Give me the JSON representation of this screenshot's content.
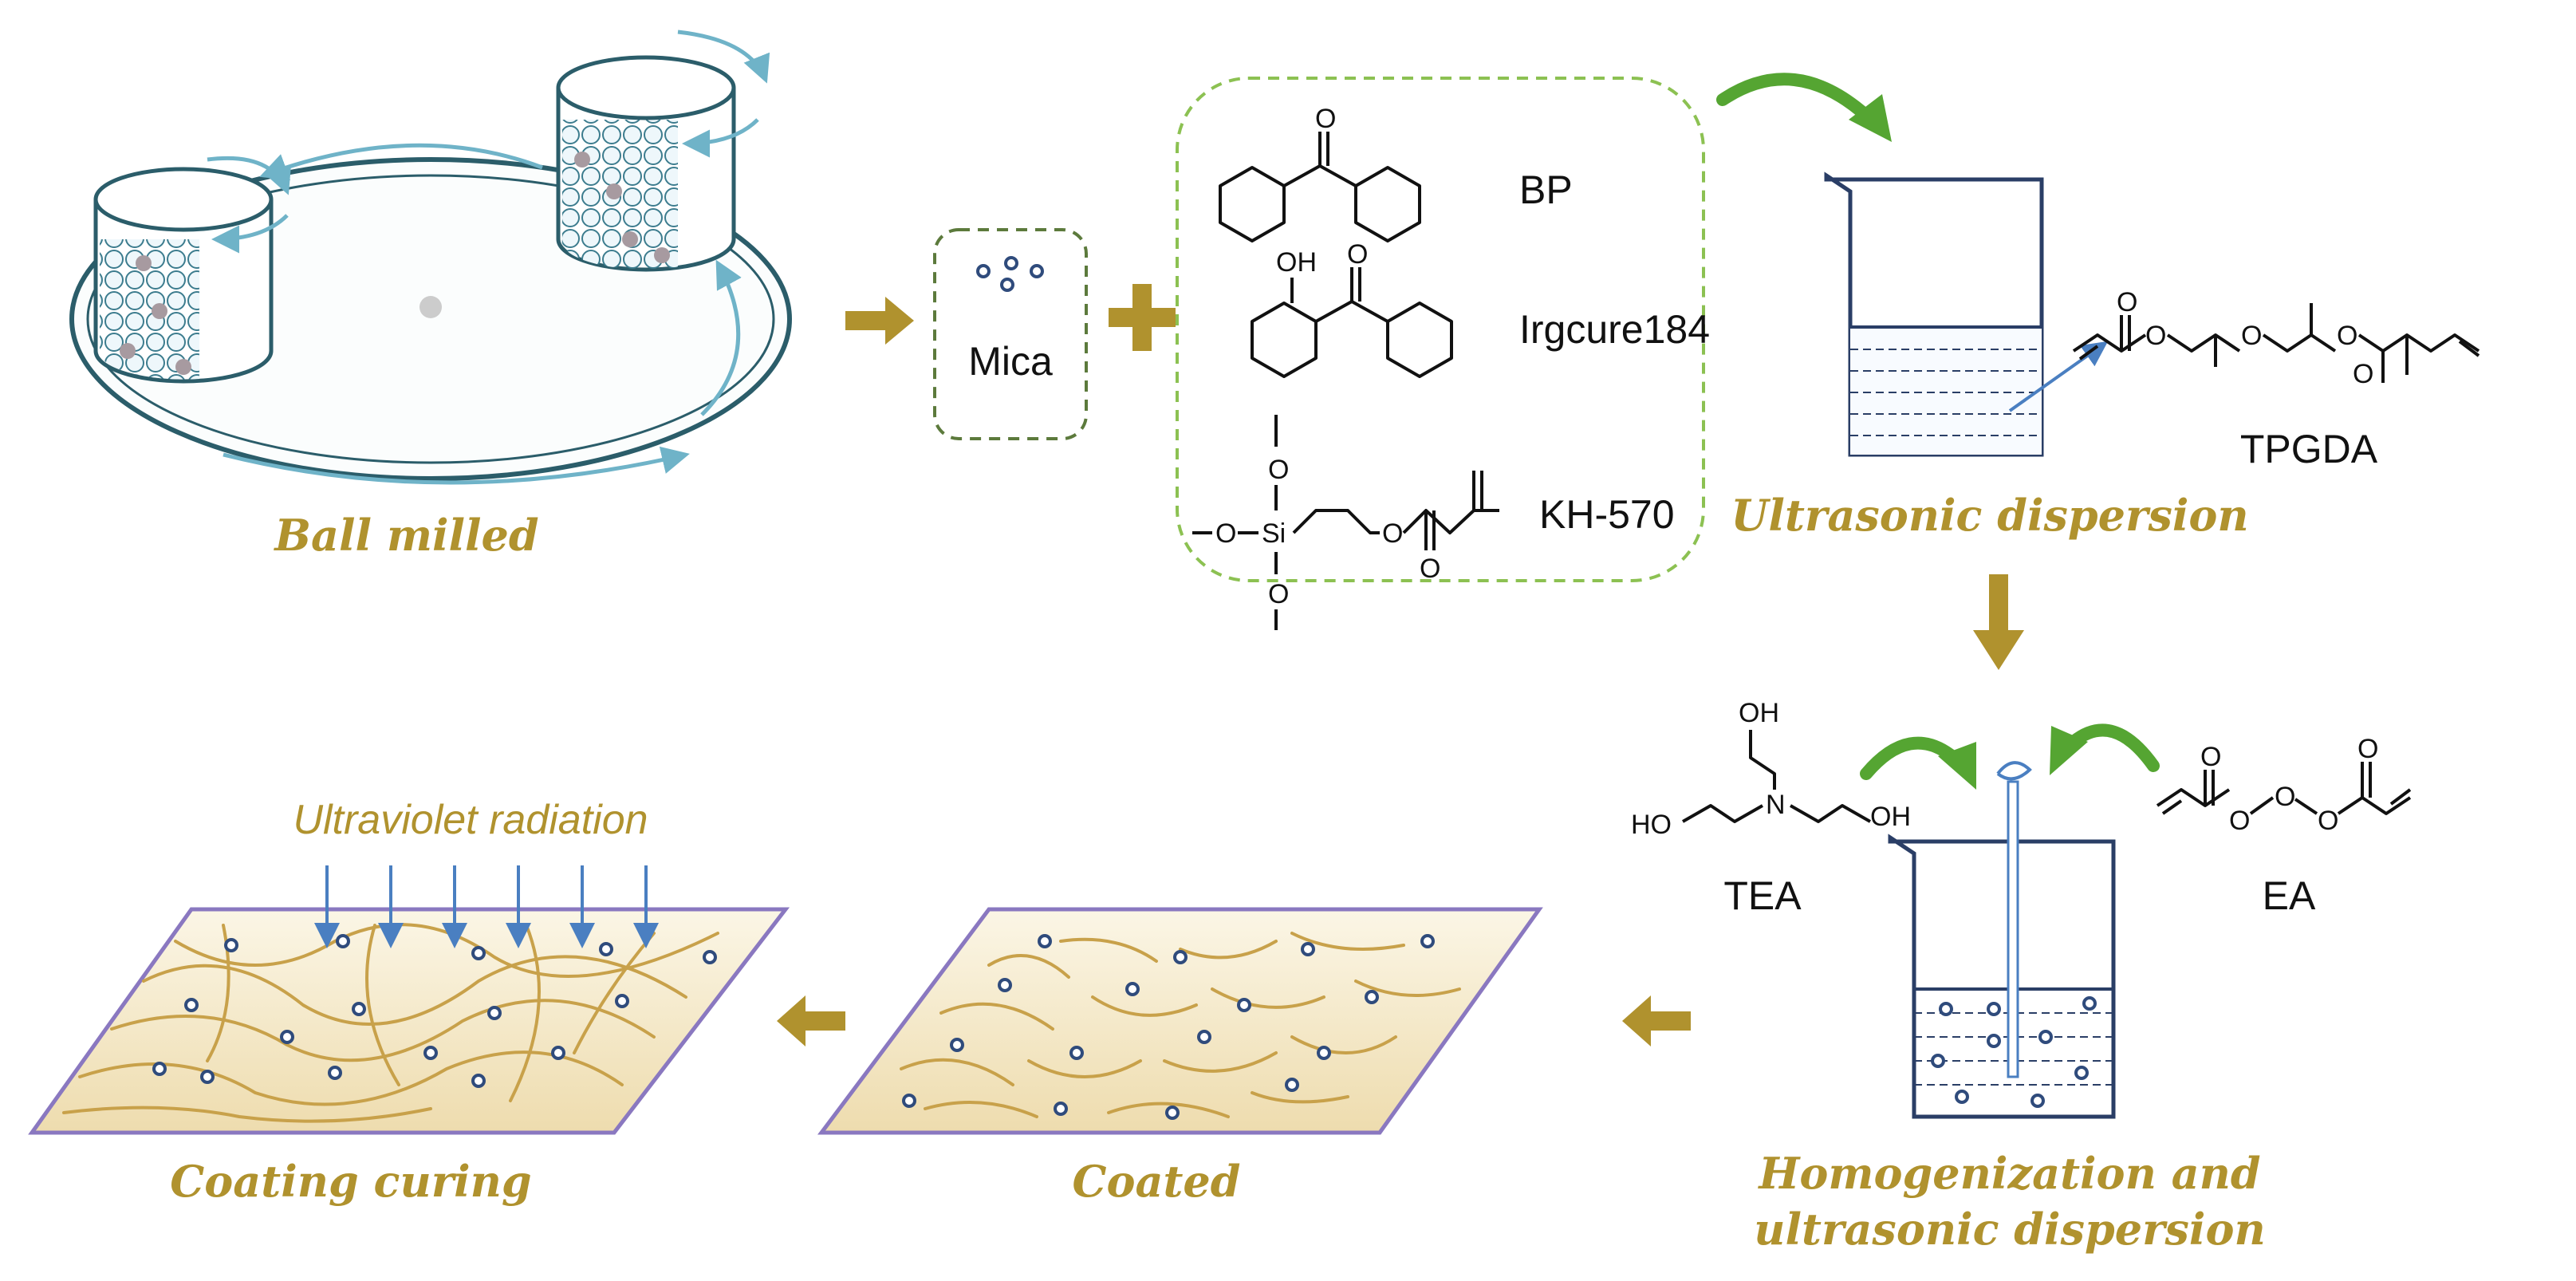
{
  "steps": {
    "ball_milled": "Ball milled",
    "ultrasonic_dispersion": "Ultrasonic dispersion",
    "homogenization_line1": "Homogenization and",
    "homogenization_line2": "ultrasonic dispersion",
    "coated": "Coated",
    "coating_curing": "Coating curing"
  },
  "materials": {
    "mica": "Mica",
    "bp": "BP",
    "irgcure": "Irgcure184",
    "kh570": "KH-570",
    "tpgda": "TPGDA",
    "tea": "TEA",
    "ea": "EA"
  },
  "atoms": {
    "oh": "OH",
    "ho": "HO",
    "n": "N",
    "si": "Si",
    "o": "O"
  },
  "uv_label": "Ultraviolet radiation",
  "colors": {
    "step_label": "#b0922e",
    "flow_arrow": "#b0922e",
    "curl_arrow": "#55a532",
    "vessel": "#2f4b7c",
    "film_fill": "#f3e6c2",
    "film_border": "#8a78c0",
    "uv_arrow": "#4a7fc1",
    "mica_box_border": "#5c7a3c",
    "additives_box_border": "#8cc152"
  }
}
